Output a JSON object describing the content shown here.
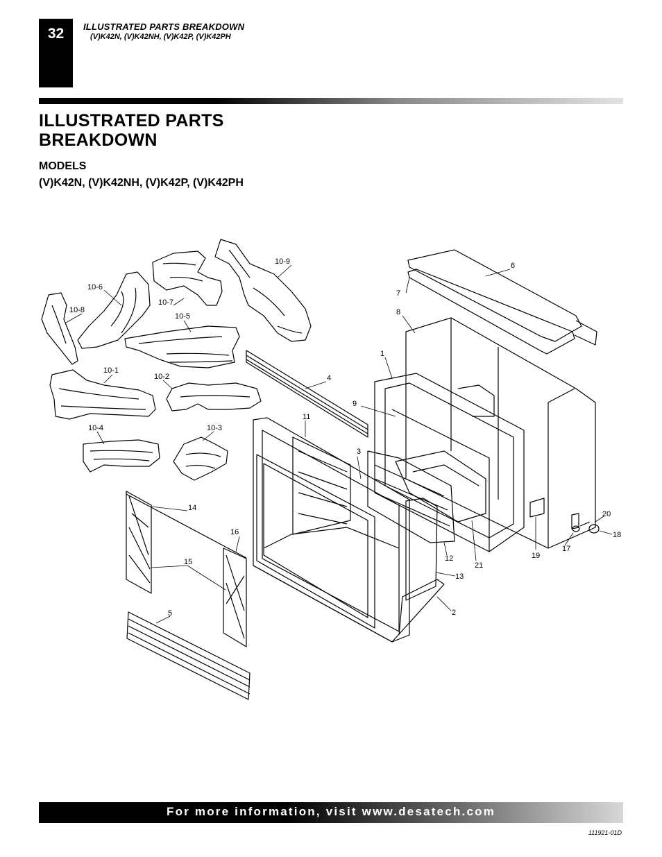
{
  "header": {
    "page_number": "32",
    "running_title": "ILLUSTRATED PARTS BREAKDOWN",
    "running_models": "(V)K42N, (V)K42NH, (V)K42P, (V)K42PH"
  },
  "title": "ILLUSTRATED PARTS BREAKDOWN",
  "models_heading": "MODELS",
  "models_list": "(V)K42N, (V)K42NH, (V)K42P, (V)K42PH",
  "callouts": [
    "10-9",
    "6",
    "10-6",
    "10-7",
    "7",
    "10-8",
    "10-5",
    "8",
    "1",
    "10-1",
    "10-2",
    "4",
    "9",
    "10-4",
    "10-3",
    "11",
    "3",
    "14",
    "20",
    "16",
    "18",
    "19",
    "17",
    "21",
    "12",
    "15",
    "13",
    "5",
    "2"
  ],
  "footer": {
    "text": "For more information, visit www.desatech.com"
  },
  "doc_code": "111921-01D"
}
